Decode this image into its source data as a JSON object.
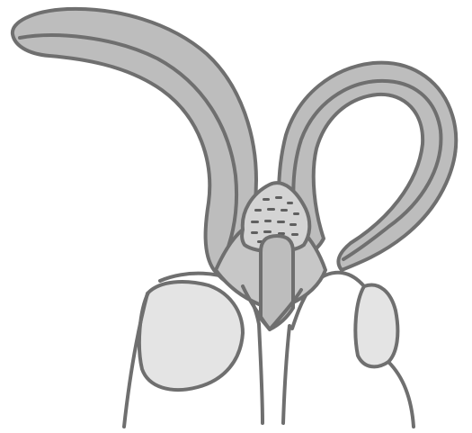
{
  "colors": {
    "outline": "#6f6f6f",
    "petal_fill": "#bdbdbd",
    "petal_inner_fill": "#c7c7c7",
    "lobe_fill": "#e4e4e4",
    "stalk_fill": "#ffffff",
    "background": "#ffffff",
    "dots": "#5f5f5f"
  },
  "icons": {
    "left_petal": "curved-petal-left",
    "right_petal": "looped-petal-right",
    "ovary": "ovary-dotted",
    "column": "column-stalk",
    "lobe_left": "rounded-lobe-left",
    "lobe_right": "rounded-lobe-right"
  }
}
